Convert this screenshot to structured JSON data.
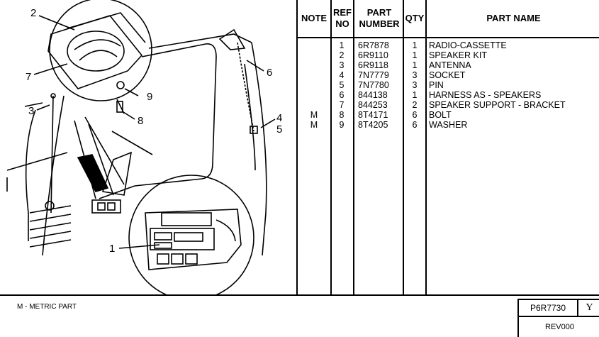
{
  "callouts": [
    "2",
    "7",
    "3",
    "9",
    "8",
    "6",
    "4",
    "5",
    "1"
  ],
  "table": {
    "headers": {
      "note": "NOTE",
      "ref_no": [
        "REF",
        "NO"
      ],
      "part_number": [
        "PART",
        "NUMBER"
      ],
      "qty": "QTY",
      "part_name": "PART NAME"
    },
    "rows": [
      {
        "note": "",
        "ref": "1",
        "part": "6R7878",
        "qty": "1",
        "name": "RADIO-CASSETTE"
      },
      {
        "note": "",
        "ref": "2",
        "part": "6R9110",
        "qty": "1",
        "name": "SPEAKER KIT"
      },
      {
        "note": "",
        "ref": "3",
        "part": "6R9118",
        "qty": "1",
        "name": "ANTENNA"
      },
      {
        "note": "",
        "ref": "4",
        "part": "7N7779",
        "qty": "3",
        "name": "SOCKET"
      },
      {
        "note": "",
        "ref": "5",
        "part": "7N7780",
        "qty": "3",
        "name": "PIN"
      },
      {
        "note": "",
        "ref": "6",
        "part": "844138",
        "qty": "1",
        "name": "HARNESS AS - SPEAKERS"
      },
      {
        "note": "",
        "ref": "7",
        "part": "844253",
        "qty": "2",
        "name": "SPEAKER SUPPORT - BRACKET"
      },
      {
        "note": "M",
        "ref": "8",
        "part": "8T4171",
        "qty": "6",
        "name": "BOLT"
      },
      {
        "note": "M",
        "ref": "9",
        "part": "8T4205",
        "qty": "6",
        "name": "WASHER"
      }
    ]
  },
  "footer": {
    "note": "M - METRIC PART",
    "part_id": "P6R7730",
    "revision_flag": "Y",
    "revision": "REV000"
  }
}
